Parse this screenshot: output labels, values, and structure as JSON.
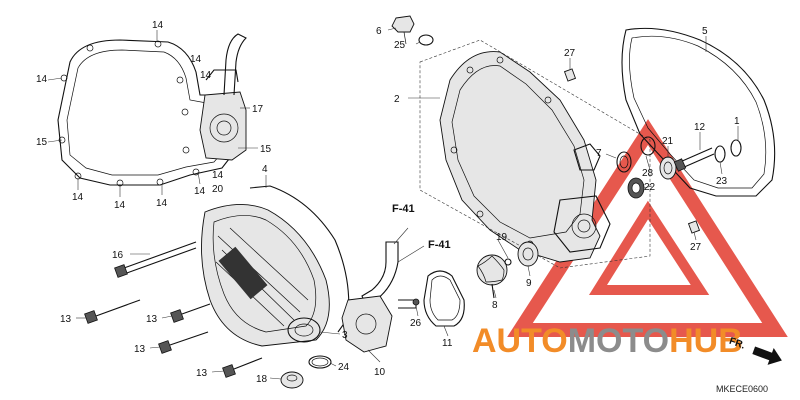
{
  "labels": {
    "p1": "1",
    "p2": "2",
    "p3": "3",
    "p4": "4",
    "p5": "5",
    "p6": "6",
    "p7": "7",
    "p8": "8",
    "p9": "9",
    "p10": "10",
    "p11": "11",
    "p12": "12",
    "p13a": "13",
    "p13b": "13",
    "p13c": "13",
    "p13d": "13",
    "p14a": "14",
    "p14b": "14",
    "p14c": "14",
    "p14d": "14",
    "p14e": "14",
    "p14f": "14",
    "p14g": "14",
    "p14h": "14",
    "p14i": "14",
    "p15a": "15",
    "p15b": "15",
    "p16": "16",
    "p17": "17",
    "p18": "18",
    "p19": "19",
    "p20": "20",
    "p21": "21",
    "p22": "22",
    "p23": "23",
    "p24": "24",
    "p25": "25",
    "p26": "26",
    "p27a": "27",
    "p27b": "27",
    "p28": "28"
  },
  "refs": {
    "f41a": "F-41",
    "f41b": "F-41"
  },
  "watermark": {
    "part1": "AUTO",
    "part2": "MOTO",
    "part3": "HUB",
    "color_orange": "#f28c28",
    "color_gray": "#8c8c8c",
    "triangle_color": "#e23b2e"
  },
  "direction": {
    "label": "FR."
  },
  "diagram_code": "MKECE0600"
}
